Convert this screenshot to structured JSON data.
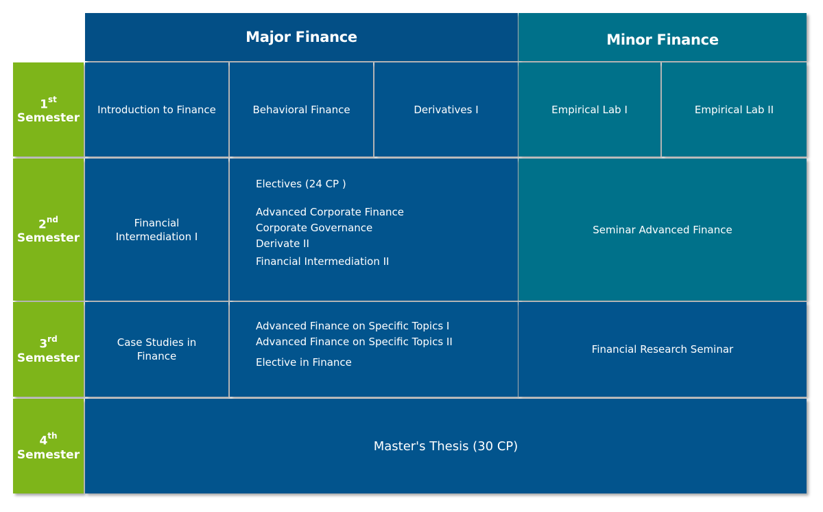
{
  "headers": {
    "major": "Major Finance",
    "minor": "Minor Finance"
  },
  "semesters": [
    {
      "num": "1",
      "suffix": "st",
      "label": "Semester"
    },
    {
      "num": "2",
      "suffix": "nd",
      "label": "Semester"
    },
    {
      "num": "3",
      "suffix": "rd",
      "label": "Semester"
    },
    {
      "num": "4",
      "suffix": "th",
      "label": "Semester"
    }
  ],
  "sem1": {
    "intro": "Introduction to Finance",
    "behavioral": "Behavioral Finance",
    "derivatives": "Derivatives I",
    "lab1": "Empirical Lab I",
    "lab2": "Empirical Lab II"
  },
  "sem2": {
    "fin_intermediation": "Financial Intermediation I",
    "electives_title": "Electives (24 CP )",
    "electives": [
      "Advanced Corporate Finance",
      "Corporate Governance",
      "Derivate II",
      "Financial Intermediation II"
    ],
    "seminar": "Seminar Advanced Finance"
  },
  "sem3": {
    "case_studies": "Case Studies in Finance",
    "topics": [
      "Advanced Finance on Specific Topics I",
      "Advanced Finance on Specific Topics II",
      "Elective  in Finance"
    ],
    "research_seminar": "Financial Research Seminar"
  },
  "sem4": {
    "thesis": "Master's Thesis (30 CP)"
  },
  "colors": {
    "major_blue": "#02548d",
    "minor_teal": "#00718a",
    "semester_green": "#7eb51a"
  }
}
